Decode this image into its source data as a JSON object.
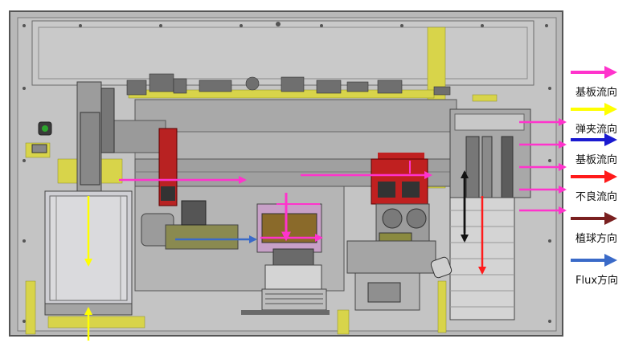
{
  "colors": {
    "machine_bg": "#bdbdbd",
    "frame": "#8c8c8c",
    "panel": "#a8a8a8",
    "dark": "#4a4a4a",
    "yellow_rail": "#d8d44a",
    "red_block": "#c02020",
    "magenta": "#ff33cc",
    "yellow": "#ffff00",
    "blue": "#1a1ad0",
    "red": "#ff1a1a",
    "brown": "#7a2020",
    "steel_blue": "#3a6ac8",
    "black": "#111111"
  },
  "legend": [
    {
      "label": "基板流向",
      "color": "#ff33cc",
      "icon": "arrow-right-icon"
    },
    {
      "label": "弹夹流向",
      "color": "#ffff00",
      "icon": "arrow-right-icon"
    },
    {
      "label": "基板流向",
      "color": "#1a1ad0",
      "icon": "arrow-right-icon"
    },
    {
      "label": "不良流向",
      "color": "#ff1a1a",
      "icon": "arrow-right-icon"
    },
    {
      "label": "植球方向",
      "color": "#7a2020",
      "icon": "arrow-right-icon"
    },
    {
      "label": "Flux方向",
      "color": "#3a6ac8",
      "icon": "arrow-right-icon"
    }
  ]
}
